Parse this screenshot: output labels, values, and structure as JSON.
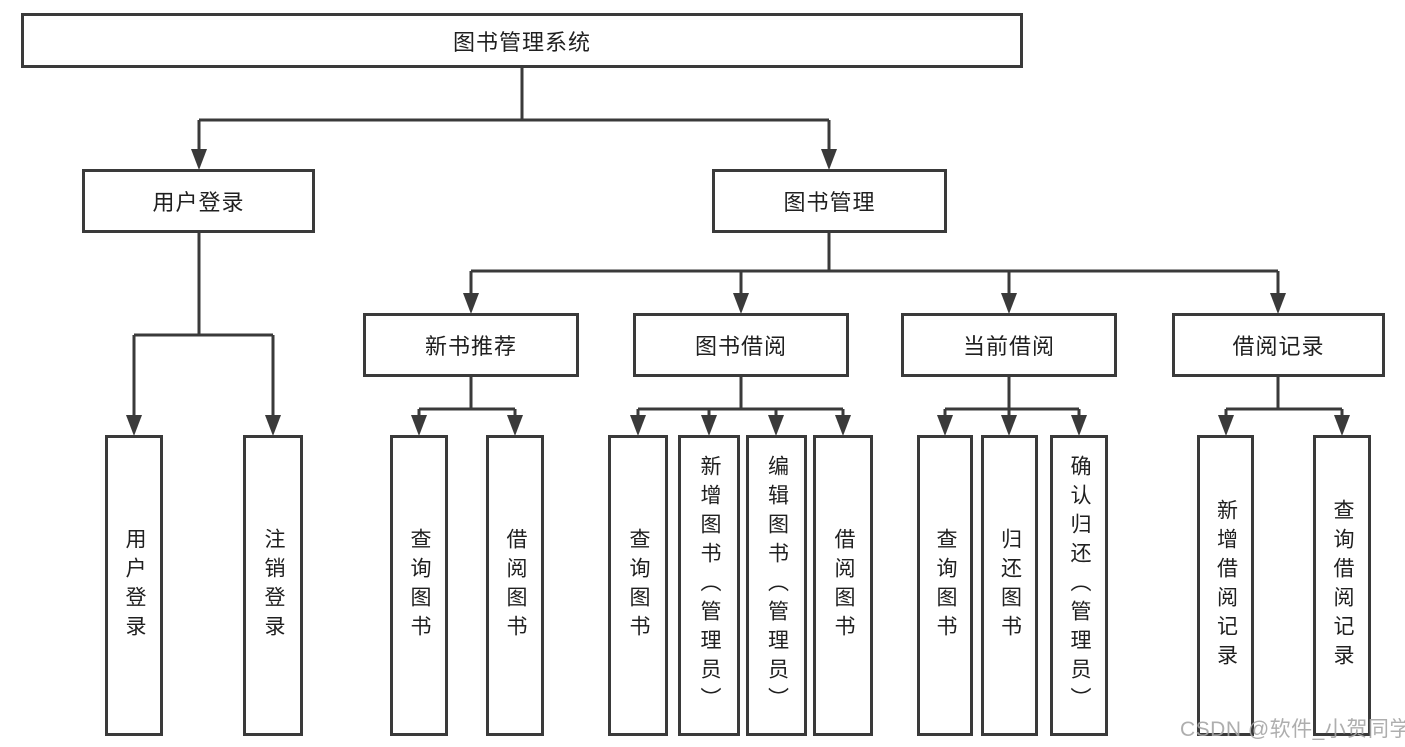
{
  "nodes": {
    "root": "图书管理系统",
    "level2": {
      "user_login": "用户登录",
      "book_management": "图书管理"
    },
    "level3": {
      "new_book_recommendation": "新书推荐",
      "book_borrowing": "图书借阅",
      "current_borrowing": "当前借阅",
      "borrowing_records": "借阅记录"
    },
    "leaves": {
      "login": {
        "user_login": "用户登录",
        "logout": "注销登录"
      },
      "recommendation": {
        "query_books": "查询图书",
        "borrow_books": "借阅图书"
      },
      "borrowing": {
        "query_books": "查询图书",
        "add_books_admin": "新增图书（管理员）",
        "edit_books_admin": "编辑图书（管理员）",
        "borrow_books": "借阅图书"
      },
      "current": {
        "query_books": "查询图书",
        "return_books": "归还图书",
        "confirm_return_admin": "确认归还（管理员）"
      },
      "records": {
        "add_borrow_record": "新增借阅记录",
        "query_borrow_record": "查询借阅记录"
      }
    }
  },
  "watermark": "CSDN @软件_小贺同学",
  "colors": {
    "line": "#3a3a3a",
    "box_border": "#3a3a3a",
    "box_fill": "#ffffff",
    "text": "#202020",
    "watermark": "#a6a6a6"
  }
}
